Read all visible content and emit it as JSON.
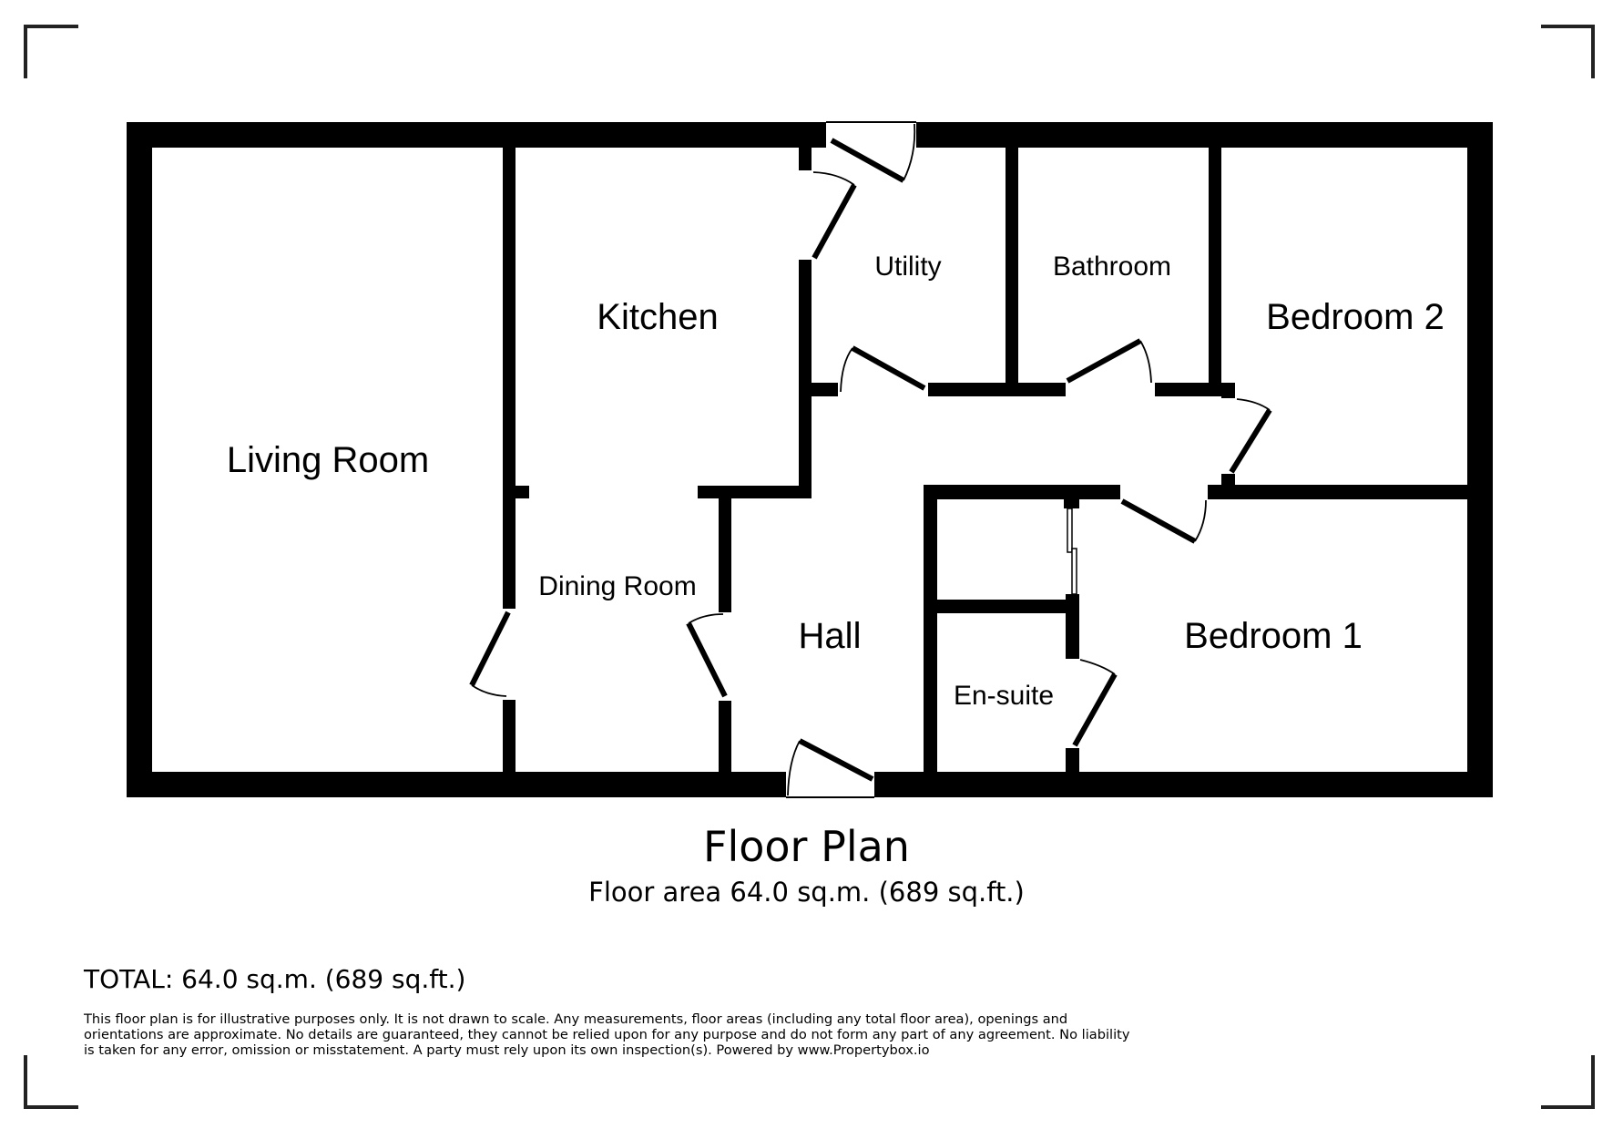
{
  "rooms": {
    "living_room": "Living Room",
    "kitchen": "Kitchen",
    "utility": "Utility",
    "bathroom": "Bathroom",
    "bedroom_2": "Bedroom 2",
    "dining_room": "Dining Room",
    "hall": "Hall",
    "bedroom_1": "Bedroom 1",
    "en_suite": "En-suite"
  },
  "title": "Floor Plan",
  "floor_area": "Floor area 64.0 sq.m. (689 sq.ft.)",
  "total": "TOTAL: 64.0 sq.m. (689 sq.ft.)",
  "disclaimer": "This floor plan is for illustrative purposes only. It is not drawn to scale. Any measurements, floor areas (including any total floor area), openings and orientations are approximate. No details are guaranteed, they cannot be relied upon for any purpose and do not form any part of any agreement. No liability is taken for any error, omission or misstatement. A party must rely upon its own inspection(s). Powered by www.Propertybox.io"
}
